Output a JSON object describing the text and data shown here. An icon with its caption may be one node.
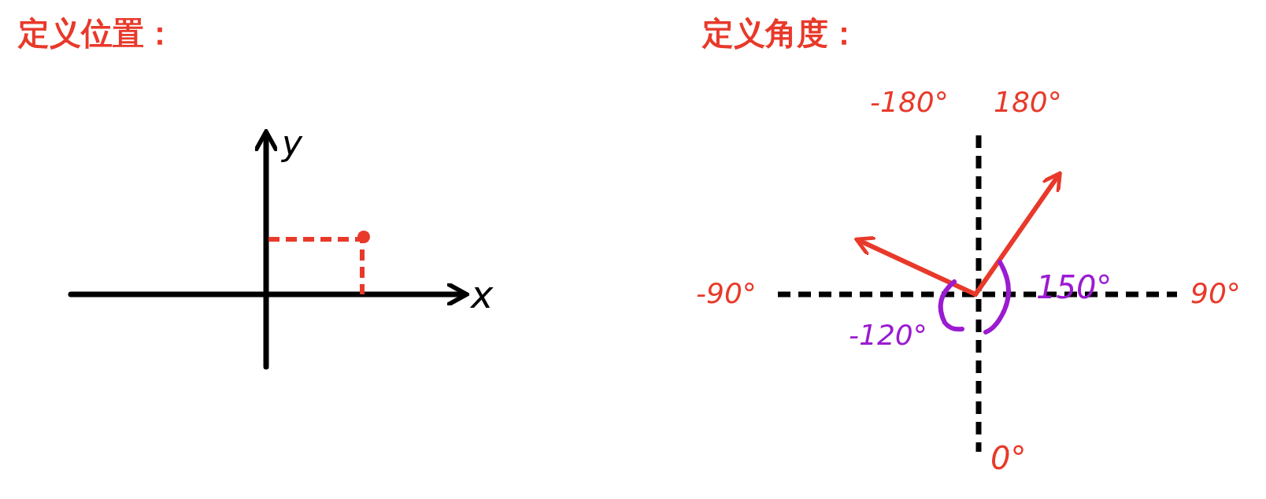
{
  "diagram": {
    "labels": [
      "定义位置：",
      "定义角度：",
      "y",
      "x",
      "-180°",
      "180°",
      "-90°",
      "-120°",
      "150°",
      "90°",
      "0°"
    ]
  }
}
